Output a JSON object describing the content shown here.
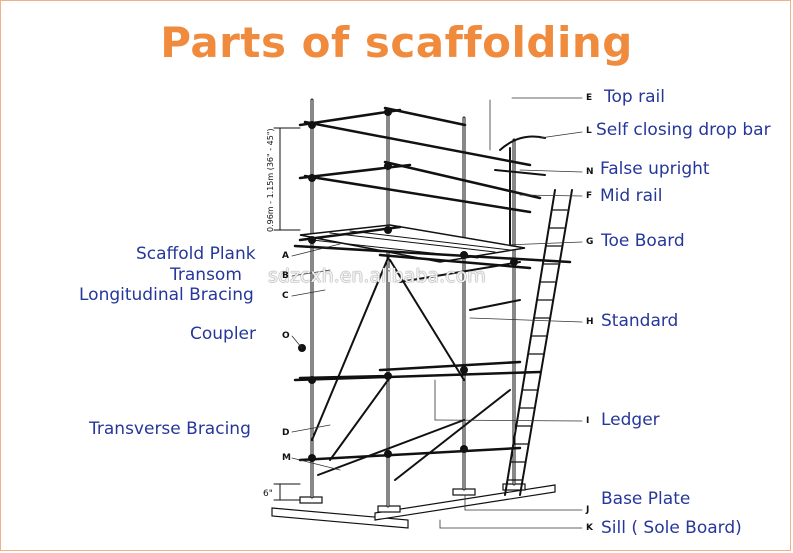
{
  "title": "Parts of scaffolding",
  "dimension_label": "0.96m - 1.15m (36\" - 45\")",
  "base_dimension": "6\"",
  "watermark": "sdzcxh.en.alibaba.com",
  "colors": {
    "title": "#f08a3c",
    "labels": "#26379a",
    "frame": "#f1b184"
  },
  "right_labels": [
    {
      "letter": "E",
      "text": "Top rail"
    },
    {
      "letter": "L",
      "text": "Self closing drop bar"
    },
    {
      "letter": "N",
      "text": "False upright"
    },
    {
      "letter": "F",
      "text": "Mid rail"
    },
    {
      "letter": "G",
      "text": "Toe Board"
    },
    {
      "letter": "H",
      "text": "Standard"
    },
    {
      "letter": "I",
      "text": "Ledger"
    },
    {
      "letter": "J",
      "text": "Base Plate"
    },
    {
      "letter": "K",
      "text": "Sill ( Sole Board)"
    }
  ],
  "left_labels": [
    {
      "letter": "A",
      "text": "Scaffold Plank"
    },
    {
      "letter": "B",
      "text": "Transom"
    },
    {
      "letter": "C",
      "text": "Longitudinal Bracing"
    },
    {
      "letter": "O",
      "text": "Coupler"
    },
    {
      "letter": "D",
      "text": "Transverse Bracing"
    },
    {
      "letter": "M",
      "text": ""
    }
  ]
}
